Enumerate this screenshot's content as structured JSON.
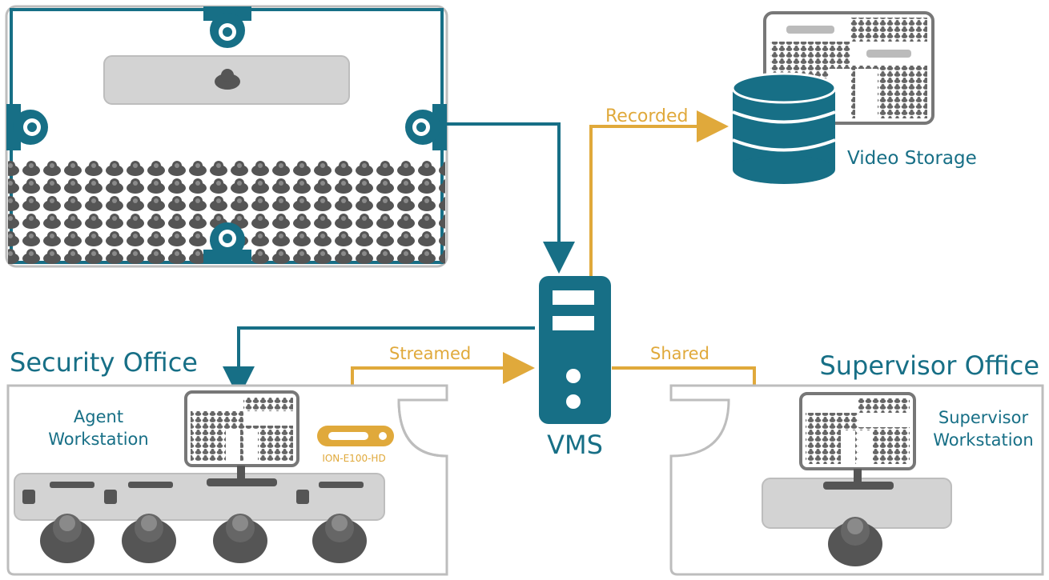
{
  "labels": {
    "recorded": "Recorded",
    "video_storage": "Video Storage",
    "security_office": "Security Office",
    "agent_workstation_line1": "Agent",
    "agent_workstation_line2": "Workstation",
    "streamed": "Streamed",
    "device": "ION-E100-HD",
    "vms": "VMS",
    "shared": "Shared",
    "supervisor_office": "Supervisor Office",
    "supervisor_workstation_line1": "Supervisor",
    "supervisor_workstation_line2": "Workstation"
  },
  "colors": {
    "teal": "#176f86",
    "gold": "#e0a93b",
    "gray": "#5f5f5f",
    "panel": "#d3d3d3"
  }
}
